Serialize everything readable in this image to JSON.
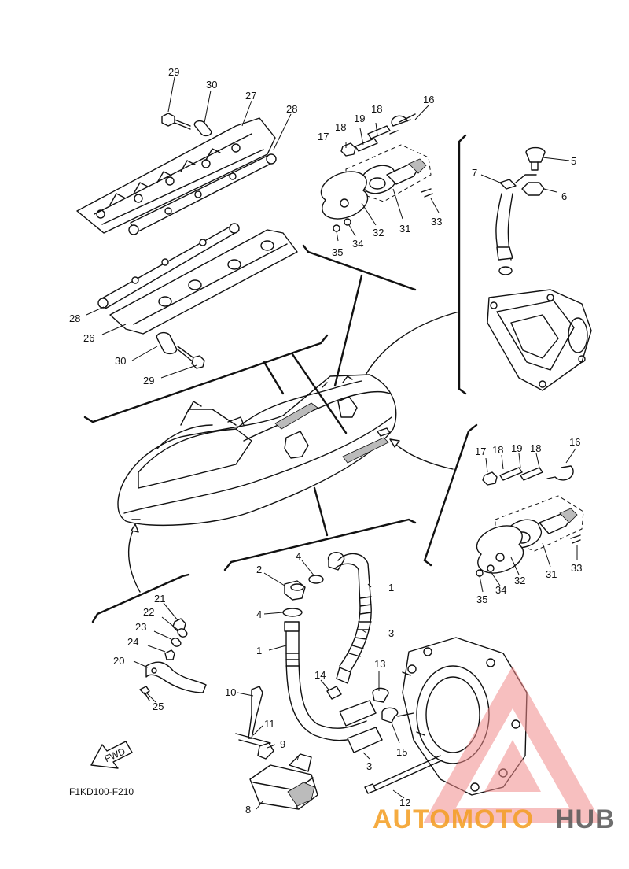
{
  "diagram": {
    "code": "F1KD100-F210",
    "fwd_label": "FWD",
    "callouts": {
      "c29a": "29",
      "c30a": "30",
      "c27": "27",
      "c28a": "28",
      "c28b": "28",
      "c26": "26",
      "c30b": "30",
      "c29b": "29",
      "c16a": "16",
      "c18a": "18",
      "c19a": "19",
      "c18b": "18",
      "c17a": "17",
      "c33a": "33",
      "c31a": "31",
      "c32a": "32",
      "c34a": "34",
      "c35a": "35",
      "c5": "5",
      "c7": "7",
      "c6": "6",
      "c17b": "17",
      "c18c": "18",
      "c19b": "19",
      "c18d": "18",
      "c16b": "16",
      "c33b": "33",
      "c31b": "31",
      "c32b": "32",
      "c34b": "34",
      "c35b": "35",
      "c21": "21",
      "c22": "22",
      "c23": "23",
      "c24": "24",
      "c20": "20",
      "c25": "25",
      "c2": "2",
      "c4a": "4",
      "c1a": "1",
      "c4b": "4",
      "c3a": "3",
      "c1b": "1",
      "c13": "13",
      "c14": "14",
      "c10": "10",
      "c11": "11",
      "c9": "9",
      "c15": "15",
      "c3b": "3",
      "c8": "8",
      "c12": "12"
    }
  },
  "watermark": {
    "brand_part1": "AUTOMOTO",
    "brand_part2": "HUB",
    "color_primary": "#f39c1f",
    "color_secondary": "#555555",
    "color_triangle": "#f08a8a"
  }
}
